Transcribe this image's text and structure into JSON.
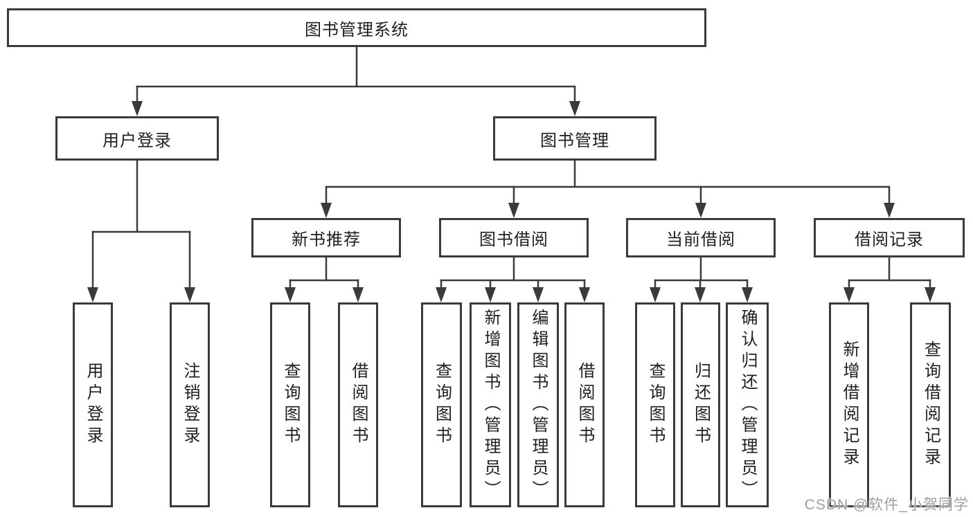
{
  "diagram": {
    "root": {
      "label": "图书管理系统"
    },
    "branches": [
      {
        "label": "用户登录",
        "children": [
          "用户登录",
          "注销登录"
        ]
      },
      {
        "label": "图书管理",
        "children": [
          {
            "label": "新书推荐",
            "children": [
              "查询图书",
              "借阅图书"
            ]
          },
          {
            "label": "图书借阅",
            "children": [
              "查询图书",
              "新增图书（管理员）",
              "编辑图书（管理员）",
              "借阅图书"
            ]
          },
          {
            "label": "当前借阅",
            "children": [
              "查询图书",
              "归还图书",
              "确认归还（管理员）"
            ]
          },
          {
            "label": "借阅记录",
            "children": [
              "新增借阅记录",
              "查询借阅记录"
            ]
          }
        ]
      }
    ]
  },
  "watermark": {
    "text": "CSDN @软件_小贺同学"
  },
  "colors": {
    "line": "#3a3a3a",
    "border": "#3a3a3a",
    "text": "#1f1f1f",
    "background": "#ffffff",
    "watermark": "#9e9e9e"
  }
}
